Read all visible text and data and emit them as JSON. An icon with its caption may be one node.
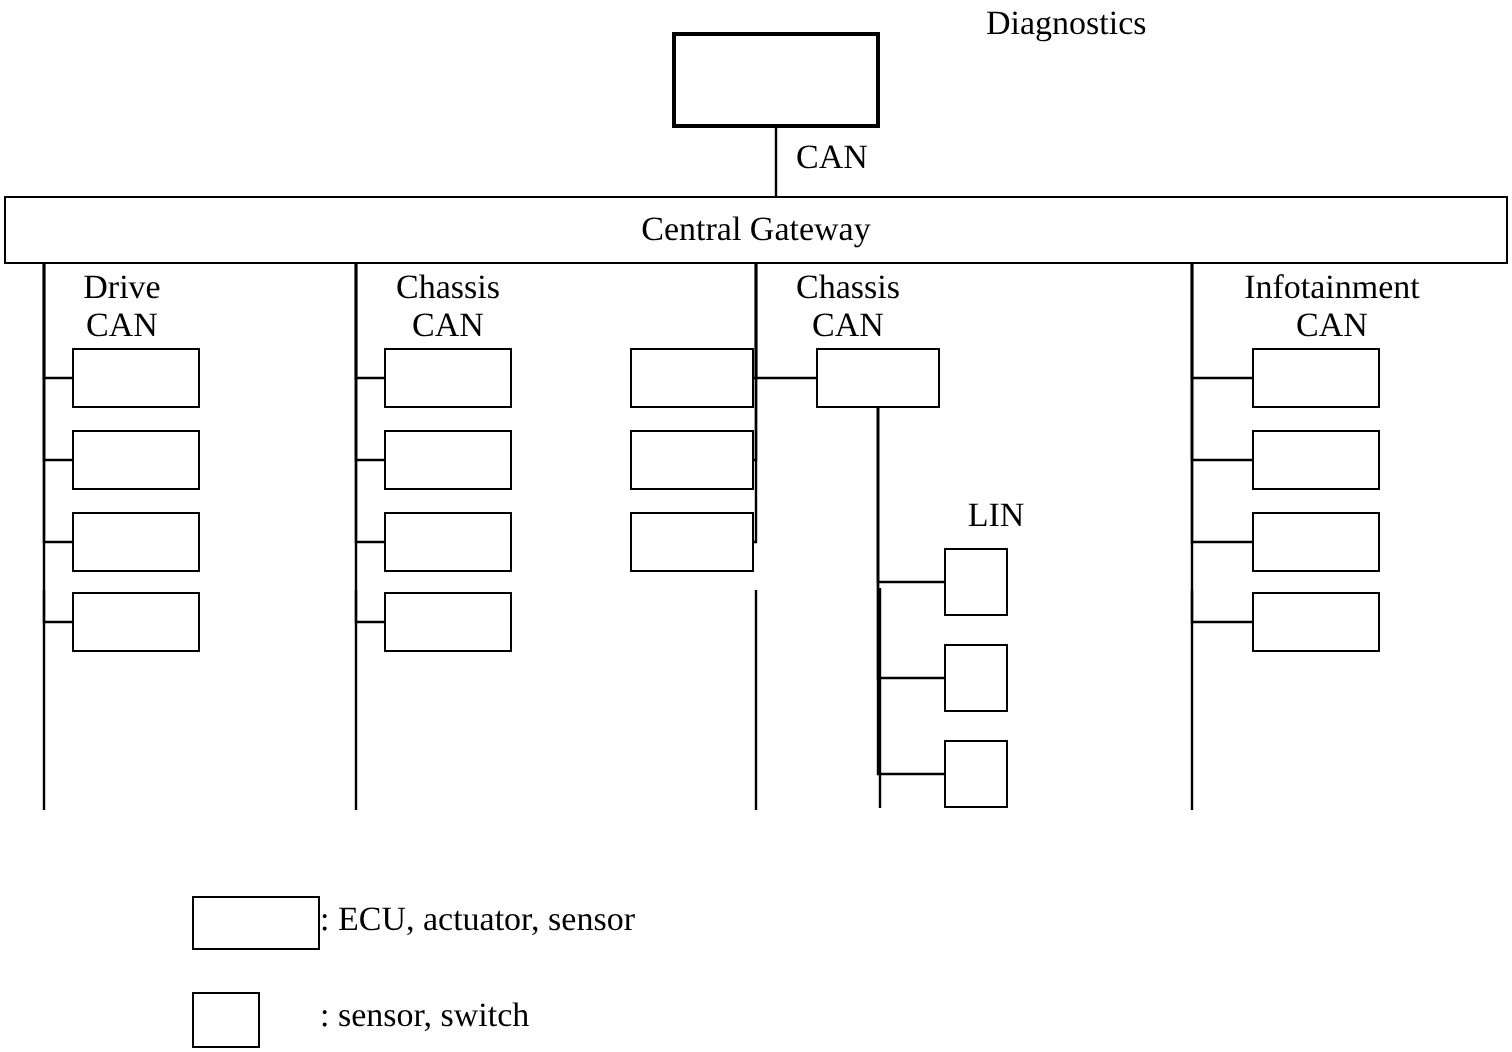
{
  "diagram": {
    "nodes": [
      {
        "text": [],
        "shape": "box",
        "beside": [
          "Diagnostics"
        ]
      },
      {
        "text": [
          "Central Gateway"
        ]
      },
      {
        "text": [],
        "shape": "box"
      },
      {
        "text": [],
        "shape": "box"
      },
      {
        "text": [],
        "shape": "box"
      },
      {
        "text": [],
        "shape": "box"
      },
      {
        "text": [],
        "shape": "box"
      },
      {
        "text": [],
        "shape": "box"
      },
      {
        "text": [],
        "shape": "box"
      },
      {
        "text": [],
        "shape": "box"
      },
      {
        "text": [],
        "shape": "box"
      },
      {
        "text": [],
        "shape": "box"
      },
      {
        "text": [],
        "shape": "box"
      },
      {
        "text": [],
        "shape": "box"
      },
      {
        "text": [],
        "shape": "box"
      },
      {
        "text": [],
        "shape": "box"
      },
      {
        "text": [],
        "shape": "box"
      },
      {
        "text": [],
        "shape": "box"
      },
      {
        "text": [],
        "shape": "box"
      },
      {
        "text": [],
        "shape": "box"
      },
      {
        "text": [],
        "shape": "box"
      }
    ],
    "edges": [
      {
        "from": 0,
        "to": 1,
        "arrow": "none",
        "label": "CAN"
      },
      {
        "from": 1,
        "to": 2,
        "arrow": "none"
      },
      {
        "from": 1,
        "to": 3,
        "arrow": "none"
      },
      {
        "from": 1,
        "to": 4,
        "arrow": "none"
      },
      {
        "from": 1,
        "to": 5,
        "arrow": "none"
      },
      {
        "from": 1,
        "to": 6,
        "arrow": "none"
      },
      {
        "from": 1,
        "to": 7,
        "arrow": "none"
      },
      {
        "from": 1,
        "to": 8,
        "arrow": "none"
      },
      {
        "from": 1,
        "to": 9,
        "arrow": "none"
      },
      {
        "from": 1,
        "to": 10,
        "arrow": "none"
      },
      {
        "from": 1,
        "to": 11,
        "arrow": "none"
      },
      {
        "from": 1,
        "to": 12,
        "arrow": "none"
      },
      {
        "from": 1,
        "to": 13,
        "arrow": "none"
      },
      {
        "from": 13,
        "to": 14,
        "arrow": "none"
      },
      {
        "from": 13,
        "to": 15,
        "arrow": "none"
      },
      {
        "from": 13,
        "to": 16,
        "arrow": "none"
      },
      {
        "from": 1,
        "to": 17,
        "arrow": "none"
      },
      {
        "from": 1,
        "to": 18,
        "arrow": "none"
      },
      {
        "from": 1,
        "to": 19,
        "arrow": "none"
      },
      {
        "from": 1,
        "to": 20,
        "arrow": "none"
      }
    ],
    "labels": [
      "Drive CAN",
      "Chassis CAN",
      "Chassis CAN",
      "LIN",
      "Infotainment CAN"
    ],
    "legend": [
      {
        "text": ": ECU, actuator, sensor"
      },
      {
        "text": ": sensor, switch"
      }
    ]
  }
}
